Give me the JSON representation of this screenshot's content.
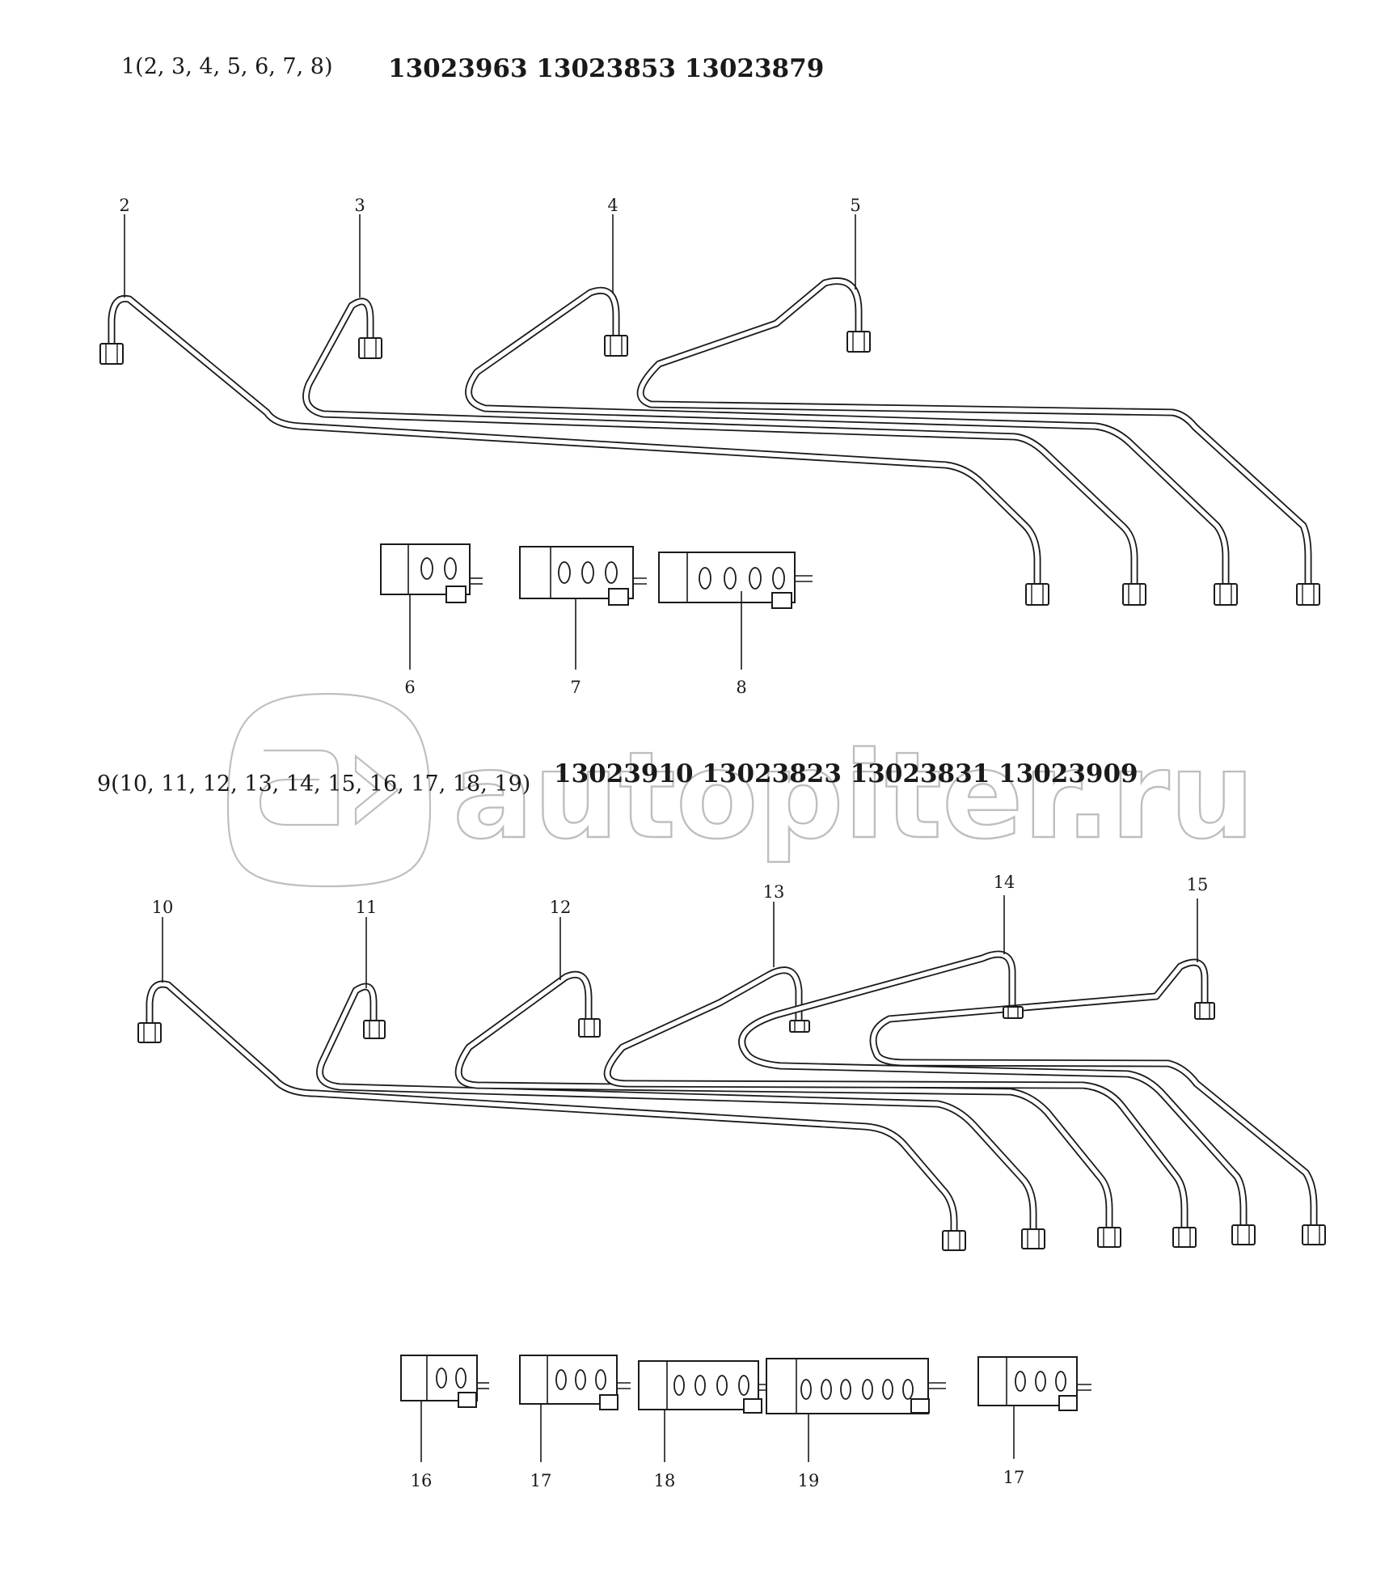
{
  "section1": {
    "header": "1(2, 3, 4, 5, 6, 7, 8)",
    "part_numbers": "13023963 13023853 13023879"
  },
  "section2": {
    "header": "9(10, 11, 12, 13, 14, 15, 16, 17, 18, 19)",
    "part_numbers": "13023910 13023823 13023831 13023909"
  },
  "watermark": "autopiter.ru",
  "callouts": {
    "c2": "2",
    "c3": "3",
    "c4": "4",
    "c5": "5",
    "c6": "6",
    "c7": "7",
    "c8": "8",
    "c10": "10",
    "c11": "11",
    "c12": "12",
    "c13": "13",
    "c14": "14",
    "c15": "15",
    "c16": "16",
    "c17a": "17",
    "c18": "18",
    "c19": "19",
    "c17b": "17"
  }
}
